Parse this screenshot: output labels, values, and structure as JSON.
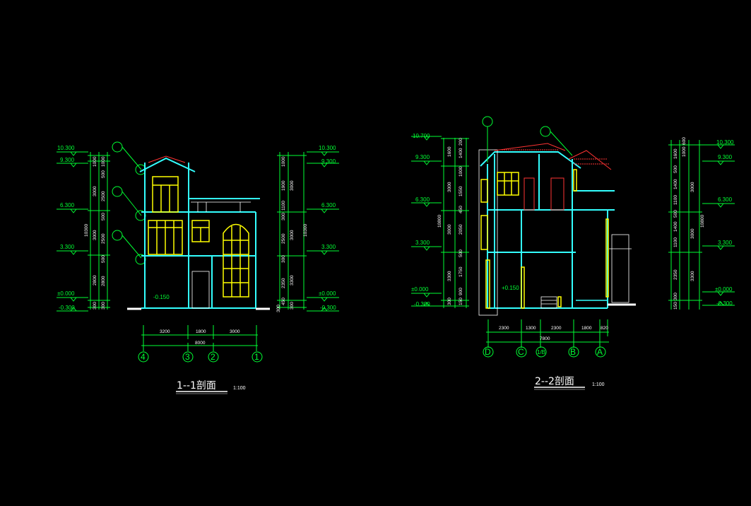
{
  "section1": {
    "title": "1--1剖面",
    "scale": "1:100",
    "left_levels": [
      "10.300",
      "9.300",
      "6.300",
      "3.300",
      "±0.000",
      "-0.300"
    ],
    "right_levels": [
      "10.300",
      "9.300",
      "6.300",
      "3.300",
      "±0.000",
      "-0.300"
    ],
    "left_dims": [
      "1000",
      "3000",
      "3000",
      "2500",
      "500",
      "300",
      "2800",
      "300",
      "1000",
      "500"
    ],
    "left_total": "10300",
    "right_dims": [
      "1000",
      "1900",
      "300",
      "1100",
      "2500",
      "300",
      "2350",
      "450",
      "300"
    ],
    "right_mid": [
      "3000",
      "3000",
      "3300",
      "300"
    ],
    "right_total": "10300",
    "floor_mark": "-0.150",
    "bottom_dims": [
      "3200",
      "1800",
      "3000"
    ],
    "bottom_total": "8000",
    "axes": [
      "4",
      "3",
      "2",
      "1"
    ]
  },
  "section2": {
    "title": "2--2剖面",
    "scale": "1:100",
    "left_levels": [
      "10.700",
      "9.300",
      "6.300",
      "3.300",
      "±0.000",
      "-0.300"
    ],
    "right_levels": [
      "10.300",
      "9.300",
      "6.300",
      "3.300",
      "±0.000",
      "-0.300"
    ],
    "left_dims": [
      "1600",
      "1400",
      "200",
      "1000",
      "1550",
      "450",
      "2050",
      "500",
      "1750",
      "900",
      "150"
    ],
    "left_mid": [
      "3000",
      "3000",
      "3300",
      "300"
    ],
    "left_total": "10800",
    "right_dims": [
      "1600",
      "1000",
      "600",
      "1400",
      "500",
      "1100",
      "1400",
      "500",
      "1100",
      "2350",
      "300",
      "150"
    ],
    "right_mid": [
      "3000",
      "3000",
      "3300"
    ],
    "right_total": "10800",
    "floor_mark": "+0.150",
    "bottom_dims": [
      "2300",
      "1300",
      "2300",
      "1800",
      "820"
    ],
    "bottom_total": "7800",
    "axes": [
      "D",
      "C",
      "1/B",
      "B",
      "A"
    ]
  },
  "colors": {
    "background": "#000000",
    "dimension": "#00ff33",
    "structure": "#33ffff",
    "window": "#ffff00",
    "roof": "#ff3333",
    "text": "#ffffff"
  }
}
